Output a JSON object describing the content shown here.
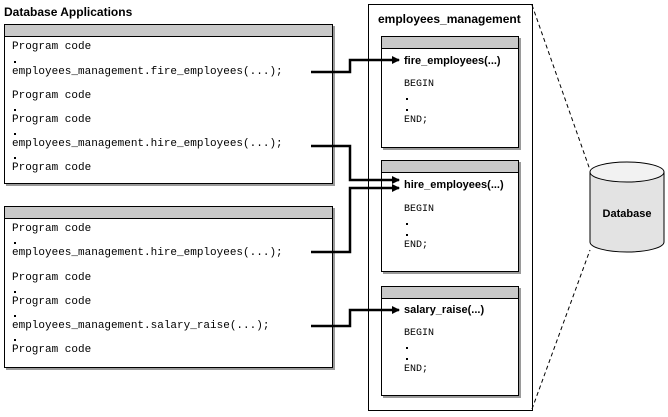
{
  "diagram": {
    "title": "Database Applications",
    "app1_lines": [
      "Program code",
      "employees_management.fire_employees(...);",
      "Program code",
      "Program code",
      "employees_management.hire_employees(...);",
      "Program code"
    ],
    "app2_lines": [
      "Program code",
      "employees_management.hire_employees(...);",
      "Program code",
      "Program code",
      "employees_management.salary_raise(...);",
      "Program code"
    ],
    "package_name": "employees_management",
    "procedures": [
      {
        "name": "fire_employees(...)",
        "begin": "BEGIN",
        "end": "END;"
      },
      {
        "name": "hire_employees(...)",
        "begin": "BEGIN",
        "end": "END;"
      },
      {
        "name": "salary_raise(...)",
        "begin": "BEGIN",
        "end": "END;"
      }
    ],
    "database_label": "Database"
  }
}
